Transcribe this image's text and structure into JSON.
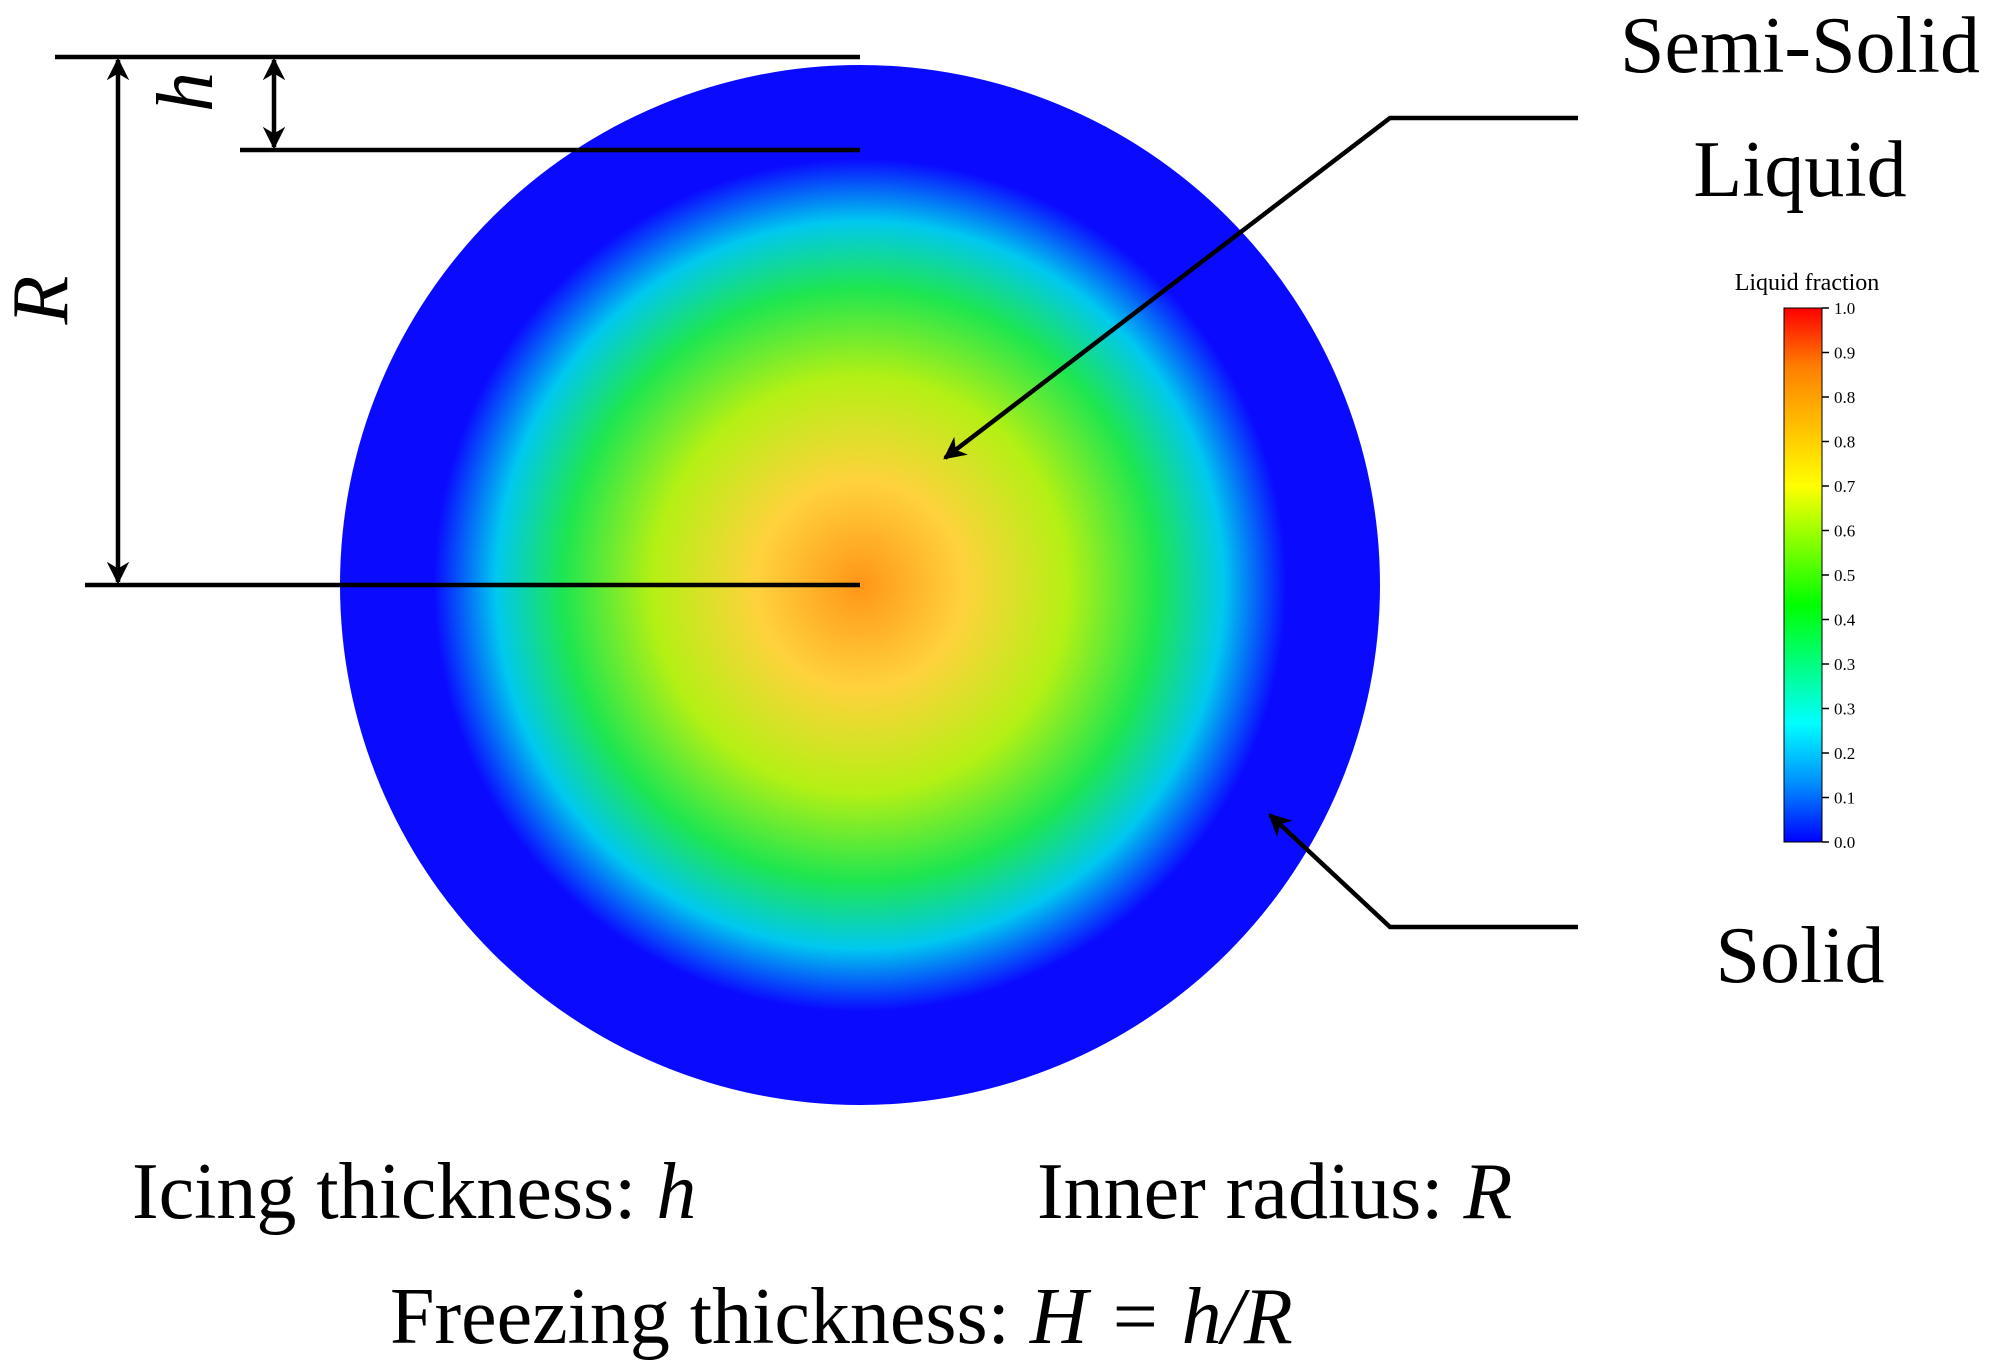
{
  "figure": {
    "labels": {
      "semi_solid": "Semi-Solid",
      "liquid": "Liquid",
      "solid": "Solid"
    },
    "dimensions": {
      "h_symbol": "h",
      "R_symbol": "R"
    },
    "colorbar": {
      "title": "Liquid fraction",
      "tick_labels": [
        "1.0",
        "0.9",
        "0.8",
        "0.8",
        "0.7",
        "0.6",
        "0.5",
        "0.4",
        "0.3",
        "0.3",
        "0.2",
        "0.1",
        "0.0"
      ],
      "colors": [
        "#0000ff",
        "#0090ff",
        "#00ffff",
        "#00ff80",
        "#00ff00",
        "#80ff00",
        "#ffff00",
        "#ffc000",
        "#ff8000",
        "#ff0000"
      ]
    },
    "contour_colors": {
      "outer": "#0a0aff",
      "cyan": "#00c8f0",
      "green": "#1ee650",
      "lime": "#b4f014",
      "yellow": "#ffd23c",
      "center": "#ff9619"
    },
    "captions": {
      "icing_prefix": "Icing thickness: ",
      "icing_var": "h",
      "radius_prefix": "Inner radius: ",
      "radius_var": "R",
      "freezing_prefix": "Freezing thickness: ",
      "freezing_formula": "H = h/R"
    }
  }
}
